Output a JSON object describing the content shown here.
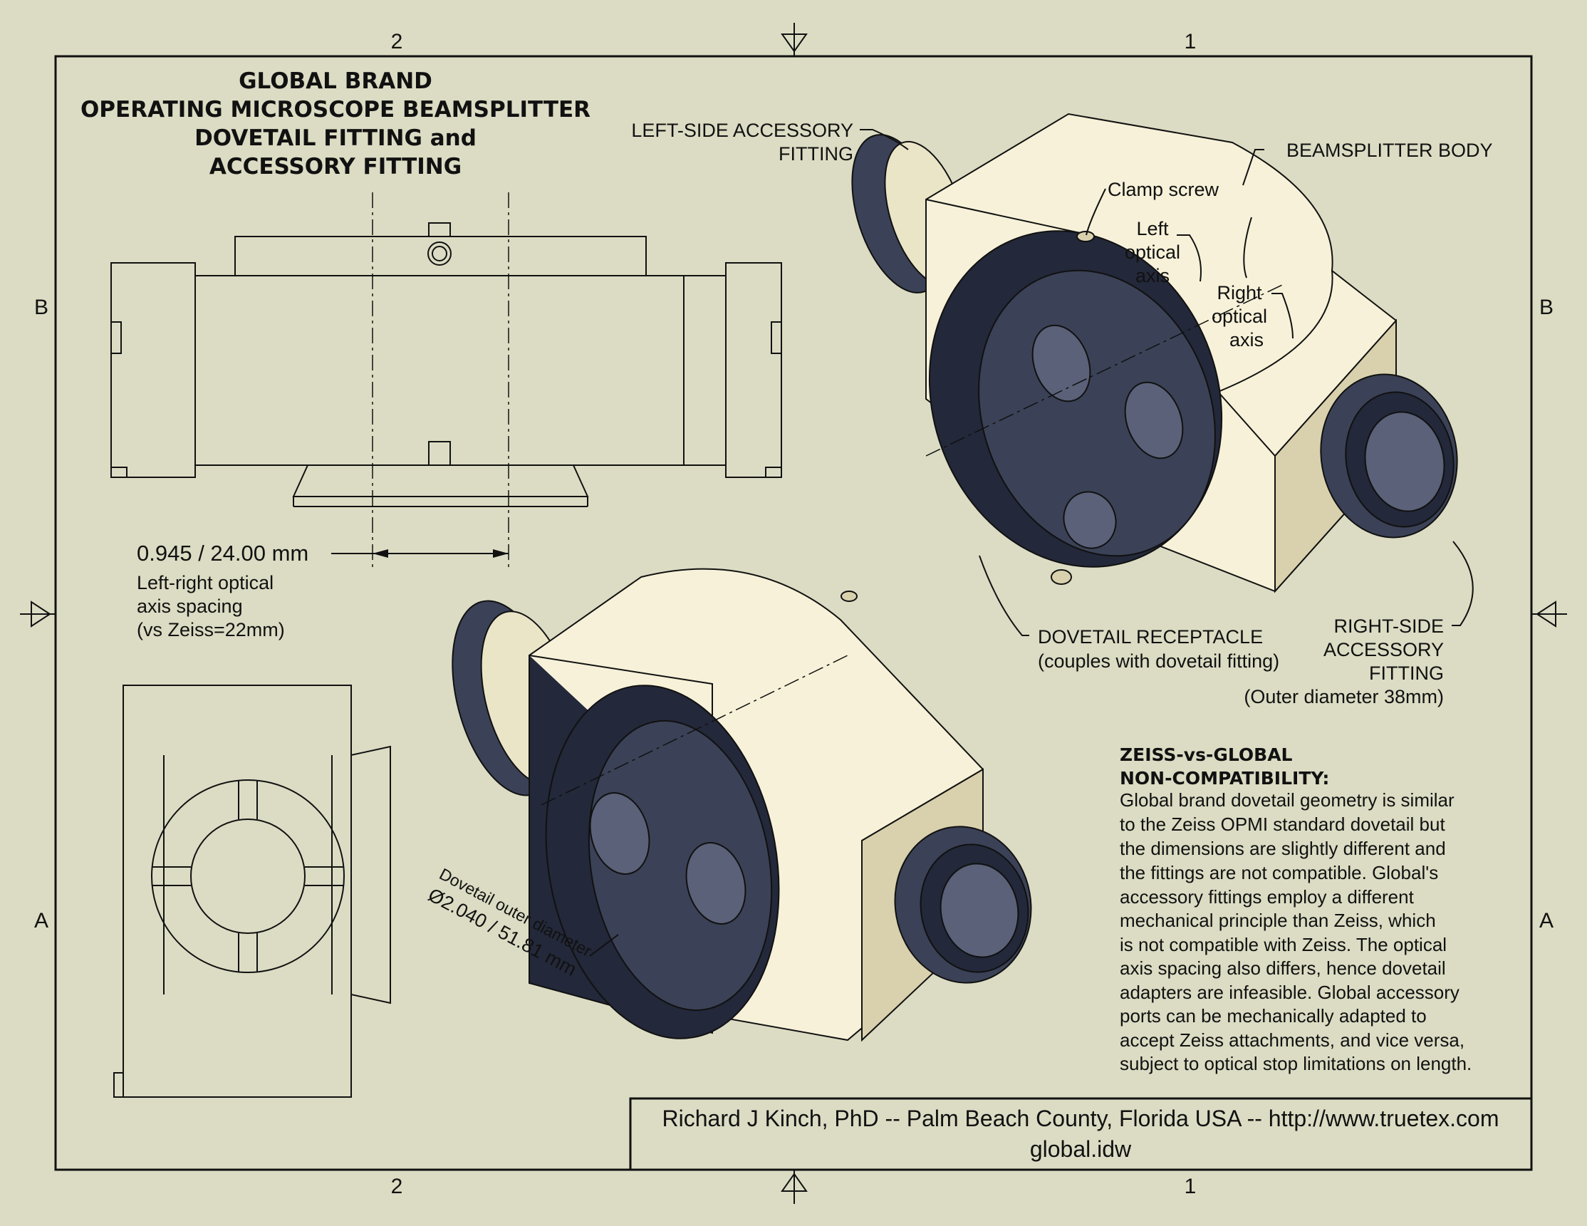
{
  "title": {
    "line1": "GLOBAL BRAND",
    "line2": "OPERATING MICROSCOPE BEAMSPLITTER",
    "line3": "DOVETAIL FITTING and",
    "line4": "ACCESSORY FITTING"
  },
  "zones": {
    "top_left": "2",
    "top_right": "1",
    "bottom_left": "2",
    "bottom_right": "1",
    "left_upper": "B",
    "left_lower": "A",
    "right_upper": "B",
    "right_lower": "A"
  },
  "dimension": {
    "value": "0.945 / 24.00 mm",
    "caption1": "Left-right optical",
    "caption2": "axis spacing",
    "caption3": "(vs Zeiss=22mm)"
  },
  "callouts": {
    "left_fitting_1": "LEFT-SIDE ACCESSORY",
    "left_fitting_2": "FITTING",
    "body": "BEAMSPLITTER BODY",
    "clamp": "Clamp screw",
    "left_axis_1": "Left",
    "left_axis_2": "optical",
    "left_axis_3": "axis",
    "right_axis_1": "Right",
    "right_axis_2": "optical",
    "right_axis_3": "axis",
    "dovetail_1": "DOVETAIL RECEPTACLE",
    "dovetail_2": "(couples with dovetail fitting)",
    "right_fitting_1": "RIGHT-SIDE",
    "right_fitting_2": "ACCESSORY",
    "right_fitting_3": "FITTING",
    "right_fitting_4": "(Outer diameter 38mm)",
    "dovetail_dia_1": "Dovetail outer diameter",
    "dovetail_dia_2": "Ø2.040 / 51.81 mm"
  },
  "note": {
    "heading1": "ZEISS-vs-GLOBAL",
    "heading2": "NON-COMPATIBILITY:",
    "lines": [
      "Global brand dovetail geometry is similar",
      "to the Zeiss OPMI standard dovetail but",
      "the dimensions are slightly different and",
      "the fittings are not compatible.  Global's",
      "accessory fittings employ a different",
      "mechanical principle than Zeiss, which",
      "is not compatible with Zeiss. The optical",
      "axis spacing also differs, hence dovetail",
      "adapters are infeasible. Global accessory",
      "ports can be mechanically adapted to",
      "accept Zeiss attachments, and vice versa,",
      "subject to optical stop limitations on length."
    ]
  },
  "title_block": {
    "author": "Richard J Kinch, PhD -- Palm Beach County, Florida USA -- http://www.truetex.com",
    "filename": "global.idw"
  },
  "colors": {
    "paper": "#dcdcc4",
    "body_cream": "#f6f1d8",
    "dovetail_navy": "#23283a"
  }
}
